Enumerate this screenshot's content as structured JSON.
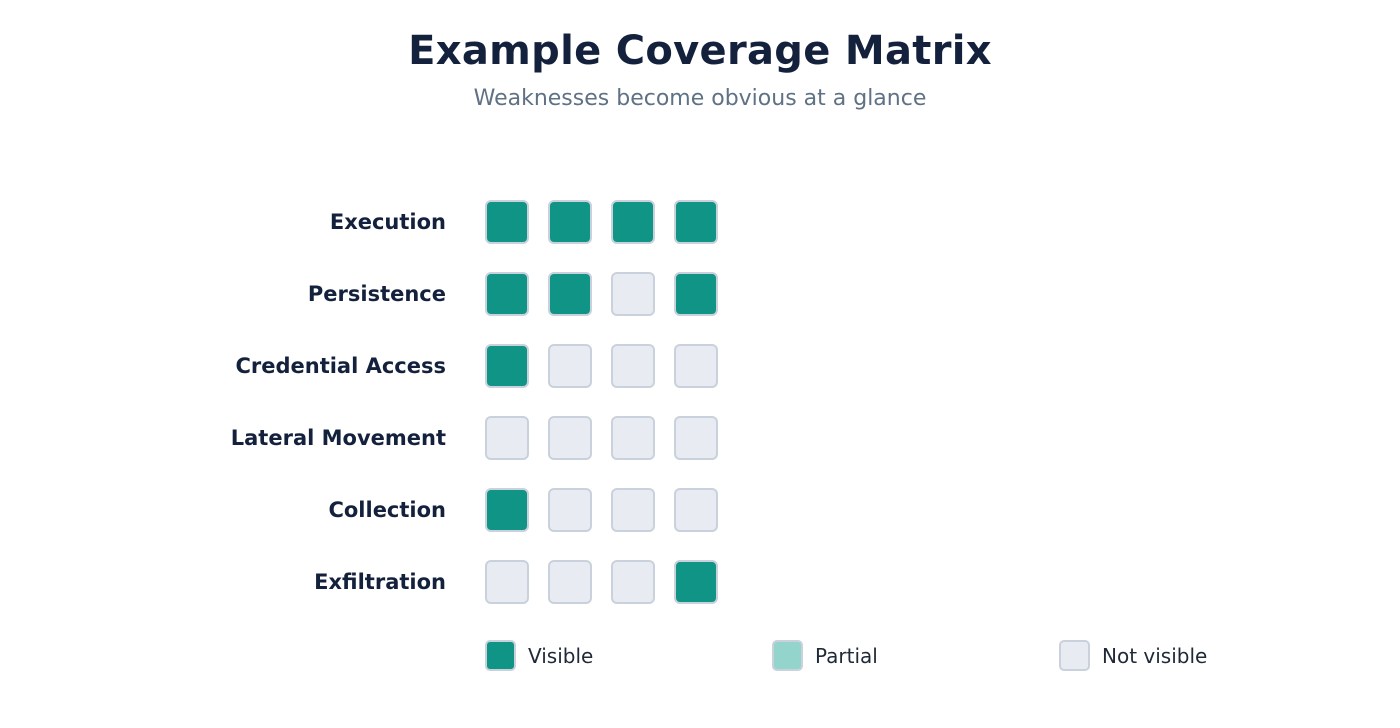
{
  "chart_data": {
    "type": "heatmap",
    "title": "Example Coverage Matrix",
    "subtitle": "Weaknesses become obvious at a glance",
    "rows": [
      "Execution",
      "Persistence",
      "Credential Access",
      "Lateral Movement",
      "Collection",
      "Exfiltration"
    ],
    "columns": 4,
    "values": [
      [
        "visible",
        "visible",
        "visible",
        "visible"
      ],
      [
        "visible",
        "visible",
        "not_visible",
        "visible"
      ],
      [
        "visible",
        "not_visible",
        "not_visible",
        "not_visible"
      ],
      [
        "not_visible",
        "not_visible",
        "not_visible",
        "not_visible"
      ],
      [
        "visible",
        "not_visible",
        "not_visible",
        "not_visible"
      ],
      [
        "not_visible",
        "not_visible",
        "not_visible",
        "visible"
      ]
    ],
    "legend": [
      {
        "key": "visible",
        "label": "Visible",
        "color": "#109485"
      },
      {
        "key": "partial",
        "label": "Partial",
        "color": "#93d5cd"
      },
      {
        "key": "not_visible",
        "label": "Not visible",
        "color": "#e8ecf2"
      }
    ],
    "legend_position": "bottom"
  }
}
